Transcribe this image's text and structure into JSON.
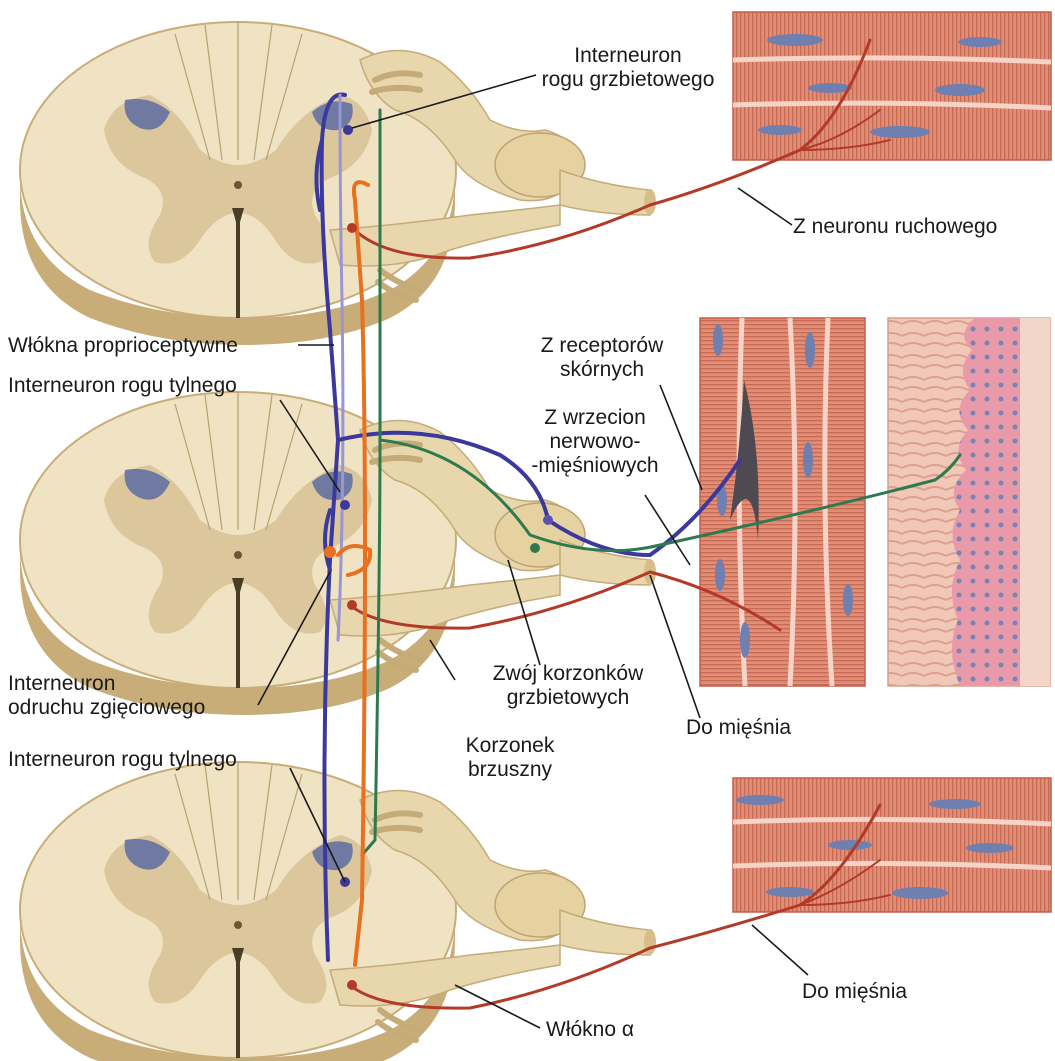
{
  "labels": {
    "dorsal_horn_interneuron_top": "Interneuron",
    "dorsal_horn_interneuron_bottom": "rogu grzbietowego",
    "from_motor_neuron": "Z neuronu ruchowego",
    "proprioceptive_fibers": "Włókna proprioceptywne",
    "posterior_horn_interneuron_1": "Interneuron rogu tylnego",
    "from_skin_receptors_1": "Z receptorów",
    "from_skin_receptors_2": "skórnych",
    "from_spindles_1": "Z wrzecion",
    "from_spindles_2": "nerwowo-",
    "from_spindles_3": "-mięśniowych",
    "flexion_interneuron_1": "Interneuron",
    "flexion_interneuron_2": "odruchu zgięciowego",
    "dorsal_root_ganglion_1": "Zwój korzonków",
    "dorsal_root_ganglion_2": "grzbietowych",
    "to_muscle_mid": "Do mięśnia",
    "ventral_root_1": "Korzonek",
    "ventral_root_2": "brzuszny",
    "posterior_horn_interneuron_2": "Interneuron rogu tylnego",
    "to_muscle_bottom": "Do mięśnia",
    "alpha_fiber": "Włókno α"
  },
  "colors": {
    "spinal_cord": "#efe3c4",
    "gray_matter": "#dcc79c",
    "cord_edge": "#c8ad78",
    "dorsal_horn_shade": "#5c6ba3",
    "muscle": "#dd8770",
    "muscle_nuclei": "#6f7fb0",
    "skin": "#e69aaa",
    "proprioceptive_fiber": "#3b3a9c",
    "proprioceptive_fiber_light": "#9a95d4",
    "skin_receptor_fiber": "#2e7a4e",
    "interneuron_fiber": "#e8701e",
    "motor_fiber": "#b33a28"
  },
  "icons": [
    "spinal-cord-section",
    "dorsal-root-ganglion",
    "muscle-fibers",
    "skin-section",
    "muscle-spindle"
  ]
}
